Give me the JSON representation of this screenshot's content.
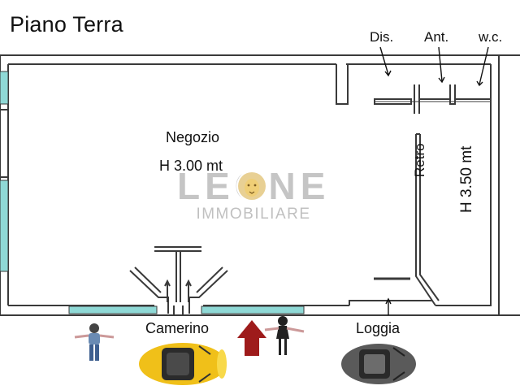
{
  "title": "Piano Terra",
  "rooms": {
    "dis": "Dis.",
    "ant": "Ant.",
    "wc": "w.c.",
    "negozio": "Negozio",
    "negozio_height": "H 3.00 mt",
    "retro": "Retro",
    "retro_height": "H 3.50 mt"
  },
  "exterior": {
    "camerino": "Camerino",
    "loggia": "Loggia"
  },
  "watermark": {
    "name": "LEONE",
    "subtitle": "IMMOBILIARE"
  },
  "colors": {
    "wall": "#3a3a3a",
    "window": "#8fd9d6",
    "arrow": "#9e1b1b",
    "car_yellow": "#f0c019",
    "car_dark": "#555555"
  },
  "icons": [
    "person-icon",
    "entrance-arrow-icon",
    "car-icon",
    "lion-logo-icon"
  ]
}
